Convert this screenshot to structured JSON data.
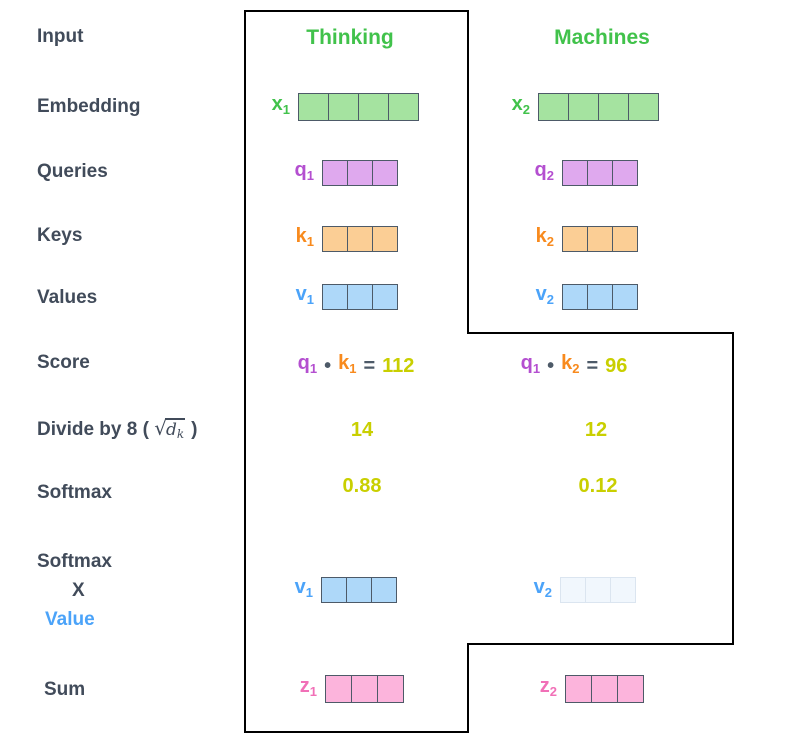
{
  "palette": {
    "label_text": "#414b5a",
    "operator_text": "#4d5a68",
    "cell_border": "#4d5a68",
    "outline": "#000000",
    "green_text": "#41c24b",
    "green_fill": "#a5e3a0",
    "purple_text": "#b44fd0",
    "purple_fill": "#dfa9ee",
    "orange_text": "#f88a1d",
    "orange_fill": "#fbce95",
    "blue_text": "#4ba3f9",
    "blue_fill": "#aed8f9",
    "faded_fill": "#f1f7fd",
    "faded_border": "#dbe5f0",
    "pink_text": "#f170b7",
    "pink_fill": "#fcb4dc",
    "score_text": "#c9cf00"
  },
  "row_labels": {
    "input": "Input",
    "embedding": "Embedding",
    "queries": "Queries",
    "keys": "Keys",
    "values": "Values",
    "score": "Score",
    "divide_prefix": "Divide by 8 (",
    "divide_radical": "√",
    "divide_radicand": "d",
    "divide_radicand_sub": "k",
    "divide_suffix": ")",
    "softmax": "Softmax",
    "softmax_x_line1": "Softmax",
    "softmax_x_line2": "X",
    "softmax_x_line3": "Value",
    "sum": "Sum"
  },
  "columns": {
    "col1": {
      "header": "Thinking",
      "x": {
        "label": "x",
        "sub": "1",
        "cells": 4
      },
      "q": {
        "label": "q",
        "sub": "1",
        "cells": 3
      },
      "k": {
        "label": "k",
        "sub": "1",
        "cells": 3
      },
      "v": {
        "label": "v",
        "sub": "1",
        "cells": 3
      },
      "score": {
        "q": "q",
        "q_sub": "1",
        "dot": "•",
        "k": "k",
        "k_sub": "1",
        "eq": "=",
        "value": "112"
      },
      "divide_value": "14",
      "softmax_value": "0.88",
      "sv": {
        "label": "v",
        "sub": "1",
        "cells": 3
      },
      "z": {
        "label": "z",
        "sub": "1",
        "cells": 3
      }
    },
    "col2": {
      "header": "Machines",
      "x": {
        "label": "x",
        "sub": "2",
        "cells": 4
      },
      "q": {
        "label": "q",
        "sub": "2",
        "cells": 3
      },
      "k": {
        "label": "k",
        "sub": "2",
        "cells": 3
      },
      "v": {
        "label": "v",
        "sub": "2",
        "cells": 3
      },
      "score": {
        "q": "q",
        "q_sub": "1",
        "dot": "•",
        "k": "k",
        "k_sub": "2",
        "eq": "=",
        "value": "96"
      },
      "divide_value": "12",
      "softmax_value": "0.12",
      "sv": {
        "label": "v",
        "sub": "2",
        "cells": 3
      },
      "z": {
        "label": "z",
        "sub": "2",
        "cells": 3
      }
    }
  }
}
